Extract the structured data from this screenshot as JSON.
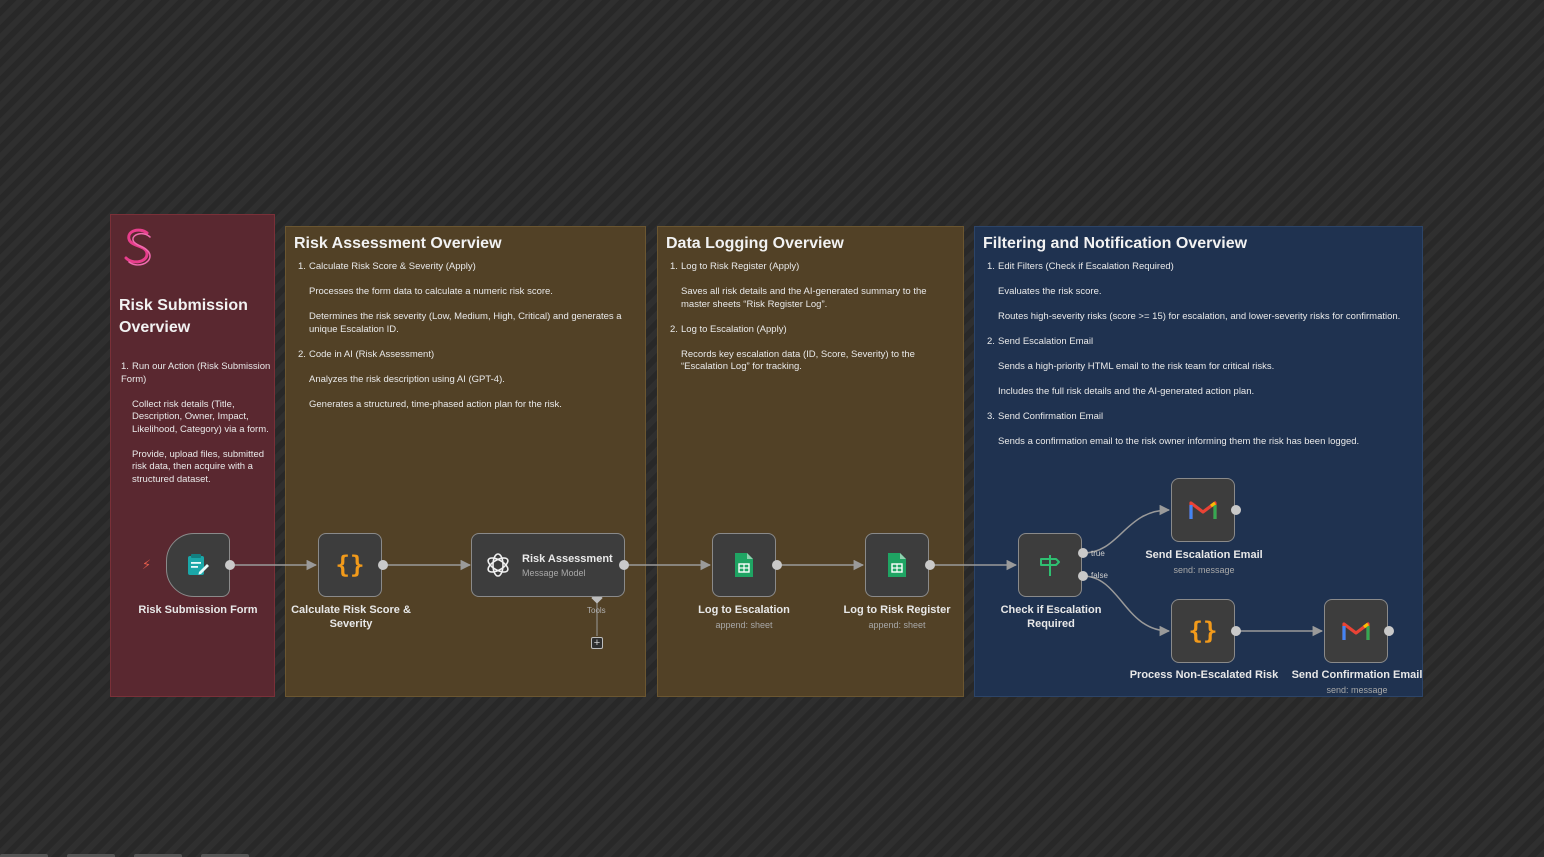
{
  "notes": {
    "submission": {
      "title": "Risk Submission Overview",
      "items": [
        {
          "num": "1.",
          "title": "Run our Action (Risk Submission Form)",
          "paras": [
            "Collect risk details (Title, Description, Owner, Impact, Likelihood, Category) via a form.",
            "Provide, upload files, submitted risk data, then acquire with a structured dataset."
          ]
        }
      ]
    },
    "risk": {
      "title": "Risk Assessment Overview",
      "items": [
        {
          "num": "1.",
          "title": "Calculate Risk Score & Severity (Apply)",
          "paras": [
            "Processes the form data to calculate a numeric risk score.",
            "Determines the risk severity (Low, Medium, High, Critical) and generates a unique Escalation ID."
          ]
        },
        {
          "num": "2.",
          "title": "Code in AI (Risk Assessment)",
          "paras": [
            "Analyzes the risk description using AI (GPT-4).",
            "Generates a structured, time-phased action plan for the risk."
          ]
        }
      ]
    },
    "data": {
      "title": "Data Logging Overview",
      "items": [
        {
          "num": "1.",
          "title": "Log to Risk Register (Apply)",
          "paras": [
            "Saves all risk details and the AI-generated summary to the master sheets “Risk Register Log”."
          ]
        },
        {
          "num": "2.",
          "title": "Log to Escalation (Apply)",
          "paras": [
            "Records key escalation data (ID, Score, Severity) to the “Escalation Log” for tracking."
          ]
        }
      ]
    },
    "filter": {
      "title": "Filtering and Notification Overview",
      "items": [
        {
          "num": "1.",
          "title": "Edit Filters (Check if Escalation Required)",
          "paras": [
            "Evaluates the risk score.",
            "Routes high-severity risks (score >= 15) for escalation, and lower-severity risks for confirmation."
          ]
        },
        {
          "num": "2.",
          "title": "Send Escalation Email",
          "paras": [
            "Sends a high-priority HTML email to the risk team for critical risks.",
            "Includes the full risk details and the AI-generated action plan."
          ]
        },
        {
          "num": "3.",
          "title": "Send Confirmation Email",
          "paras": [
            "Sends a confirmation email to the risk owner informing them the risk has been logged."
          ]
        }
      ]
    }
  },
  "nodes": {
    "form": {
      "label": "Risk Submission Form",
      "icon": "form-icon"
    },
    "calc": {
      "label": "Calculate Risk Score & Severity",
      "icon": "code-braces-icon"
    },
    "ai": {
      "label": "Risk Assessment",
      "sub": "Message Model",
      "icon": "openai-icon",
      "tools": "Tools"
    },
    "logesc": {
      "label": "Log to Escalation",
      "sub": "append: sheet",
      "icon": "google-sheets-icon"
    },
    "logreg": {
      "label": "Log to Risk Register",
      "sub": "append: sheet",
      "icon": "google-sheets-icon"
    },
    "check": {
      "label": "Check if Escalation Required",
      "icon": "signpost-icon",
      "true_label": "true",
      "false_label": "false"
    },
    "sendesc": {
      "label": "Send Escalation Email",
      "sub": "send: message",
      "icon": "gmail-icon"
    },
    "process": {
      "label": "Process Non-Escalated Risk",
      "icon": "code-braces-icon"
    },
    "sendconf": {
      "label": "Send Confirmation Email",
      "sub": "send: message",
      "icon": "gmail-icon"
    }
  },
  "colors": {
    "submission_note": "#5a2830",
    "yellow_note": "#524126",
    "blue_note": "#1f3250",
    "code_icon": "#f29a1a",
    "sheets_icon": "#1fa463",
    "form_icon": "#1aa7a8",
    "signpost_icon": "#2fbf71",
    "trigger_bolt": "#e25b4b"
  },
  "ui": {
    "add_symbol": "+",
    "bolt_symbol": "⚡"
  }
}
